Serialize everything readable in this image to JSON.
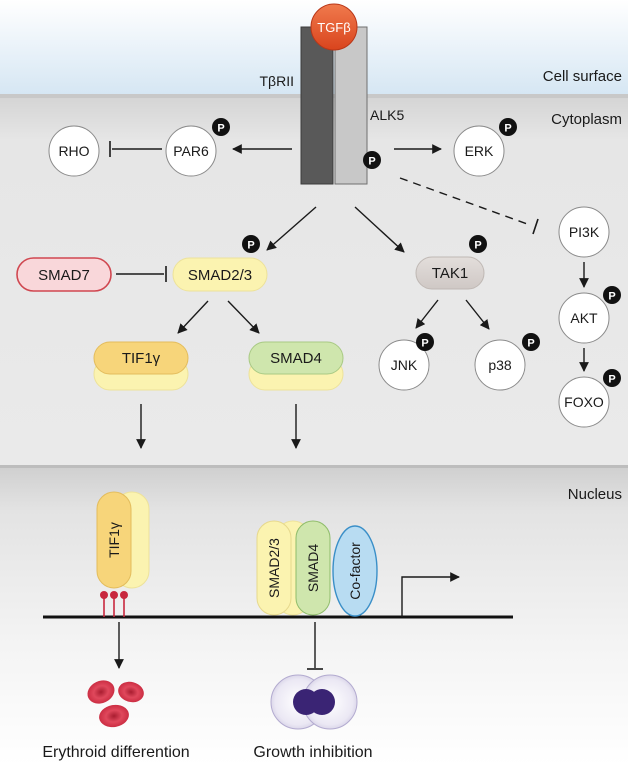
{
  "regions": {
    "cell_surface": "Cell surface",
    "cytoplasm": "Cytoplasm",
    "nucleus": "Nucleus"
  },
  "receptors": {
    "ligand": "TGFβ",
    "type2": "TβRII",
    "type1": "ALK5"
  },
  "phospho_label": "P",
  "nodes": {
    "rho": "RHO",
    "par6": "PAR6",
    "erk": "ERK",
    "pi3k": "PI3K",
    "akt": "AKT",
    "foxo": "FOXO",
    "smad7": "SMAD7",
    "smad23": "SMAD2/3",
    "tak1": "TAK1",
    "jnk": "JNK",
    "p38": "p38",
    "tif1g": "TIF1γ",
    "smad4": "SMAD4"
  },
  "nucleus_nodes": {
    "tif1g": "TIF1γ",
    "smad23": "SMAD2/3",
    "smad4": "SMAD4",
    "cofactor": "Co-factor"
  },
  "outcomes": {
    "erythroid": "Erythroid differention",
    "growth": "Growth inhibition"
  },
  "colors": {
    "cell_surface_top": "#ffffff",
    "cell_surface_bottom": "#d7e8f4",
    "cytoplasm": "#e4e4e4",
    "nucleus": "#e6e6e6",
    "ligand": "#e3562d",
    "tbrii": "#5a5a5a",
    "alk5": "#c9c9c9",
    "smad7_fill": "#f9d7da",
    "smad7_stroke": "#d04750",
    "smad23_fill": "#fbf3b0",
    "tif1g_fill": "#f7d57a",
    "smad4_fill": "#cfe6ad",
    "tak1_fill": "#d9d3d1",
    "cofactor_fill": "#b8dcf2",
    "cofactor_stroke": "#3a8fc8",
    "rbc": "#c8283e",
    "nucleus_cell": "#3a2474"
  }
}
